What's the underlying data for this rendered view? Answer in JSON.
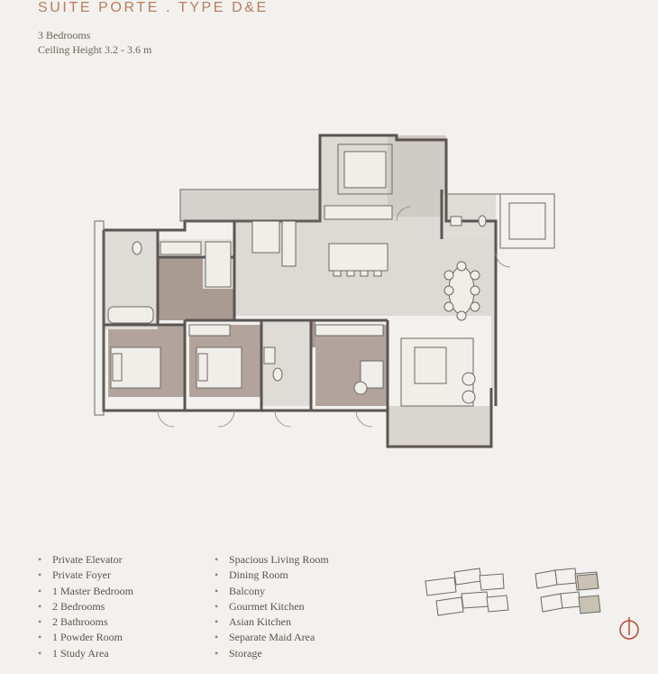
{
  "header": {
    "title": "SUITE PORTE . TYPE D&E",
    "bedrooms": "3 Bedrooms",
    "ceiling": "Ceiling Height 3.2 - 3.6 m"
  },
  "features_left": [
    "Private Elevator",
    "Private Foyer",
    "1 Master Bedroom",
    "2 Bedrooms",
    "2 Bathrooms",
    "1 Powder Room",
    "1 Study Area"
  ],
  "features_right": [
    "Spacious Living Room",
    "Dining Room",
    "Balcony",
    "Gourmet Kitchen",
    "Asian Kitchen",
    "Separate Maid Area",
    "Storage"
  ],
  "bullet": "•",
  "colors": {
    "title": "#b77c62",
    "floor_wood": "#a99a92",
    "floor_stone": "#dcdad4",
    "wall": "#5a5552",
    "highlight": "#c9c2b4"
  },
  "icons": {
    "compass": "north-arrow-icon",
    "keyplan": "building-key-plan"
  }
}
